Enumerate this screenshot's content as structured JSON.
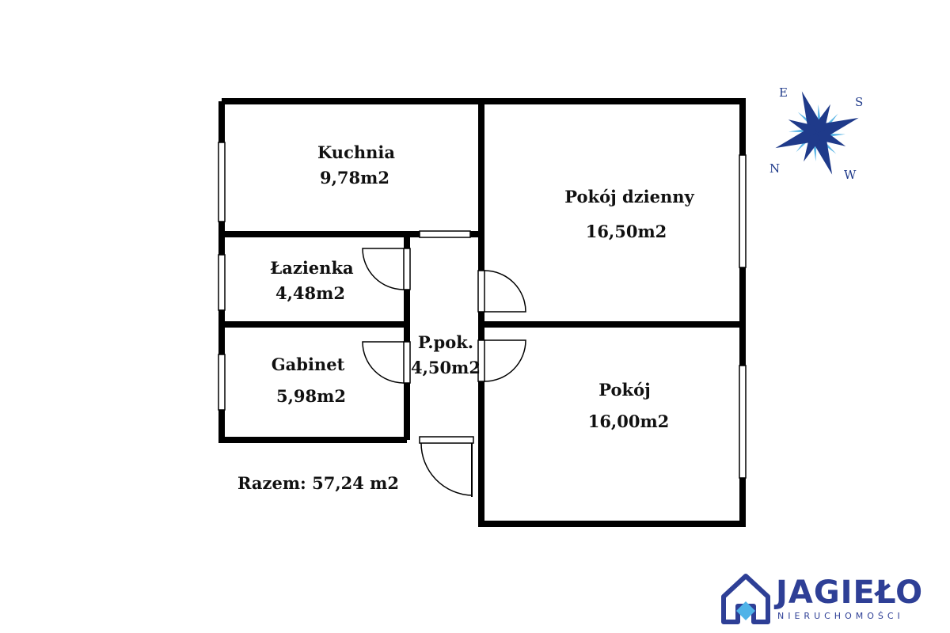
{
  "rooms": {
    "kuchnia": {
      "name": "Kuchnia",
      "area": "9,78m2"
    },
    "pokoj_dzienny": {
      "name": "Pokój dzienny",
      "area": "16,50m2"
    },
    "lazienka": {
      "name": "Łazienka",
      "area": "4,48m2"
    },
    "gabinet": {
      "name": "Gabinet",
      "area": "5,98m2"
    },
    "przedpokoj": {
      "name": "P.pok.",
      "area": "4,50m2"
    },
    "pokoj": {
      "name": "Pokój",
      "area": "16,00m2"
    }
  },
  "total": "Razem: 57,24 m2",
  "compass": {
    "letters": [
      "E",
      "S",
      "N",
      "W"
    ],
    "color": "#1f3a8a",
    "accent": "#5fb7e6"
  },
  "logo": {
    "name": "JAGIEŁO",
    "subtitle": "NIERUCHOMOŚCI",
    "color": "#2e3f96",
    "accent": "#4fb3e8"
  },
  "colors": {
    "wall": "#000000",
    "window": "#ffffff"
  }
}
